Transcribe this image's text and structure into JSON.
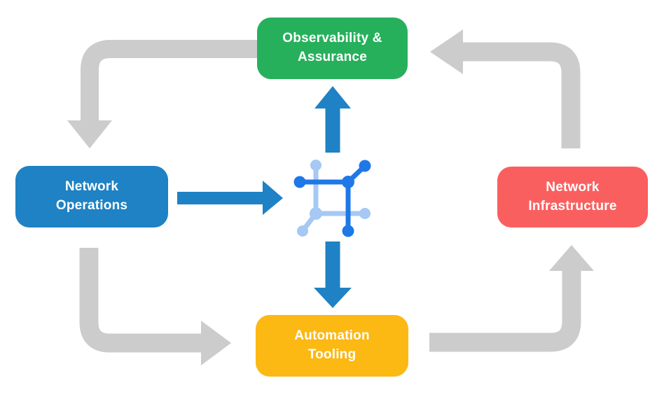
{
  "title": "Network automation platform cycle diagram",
  "colors": {
    "background": "#ffffff",
    "green": "#27b05c",
    "blue": "#1e82c4",
    "red": "#fa5f5f",
    "yellow": "#fcb813",
    "arrow_gray": "#cccccc",
    "arrow_blue": "#1e82c4",
    "icon_dark_blue": "#1e78e8",
    "icon_light_blue": "#a5c8f4",
    "text": "#ffffff"
  },
  "nodes": {
    "observability": {
      "label": "Observability &\nAssurance"
    },
    "operations": {
      "label": "Network\nOperations"
    },
    "infrastructure": {
      "label": "Network\nInfrastructure"
    },
    "automation": {
      "label": "Automation\nTooling"
    }
  },
  "center": {
    "icon": "network-topology-icon"
  },
  "flows": {
    "gray_cycle": [
      {
        "from": "Observability & Assurance",
        "to": "Network Operations"
      },
      {
        "from": "Network Operations",
        "to": "Automation Tooling"
      },
      {
        "from": "Automation Tooling",
        "to": "Network Infrastructure"
      },
      {
        "from": "Network Infrastructure",
        "to": "Observability & Assurance"
      }
    ],
    "blue_arrows": [
      {
        "from": "Network Operations",
        "to": "center-platform"
      },
      {
        "from": "center-platform",
        "to": "Observability & Assurance"
      },
      {
        "from": "center-platform",
        "to": "Automation Tooling"
      }
    ]
  }
}
